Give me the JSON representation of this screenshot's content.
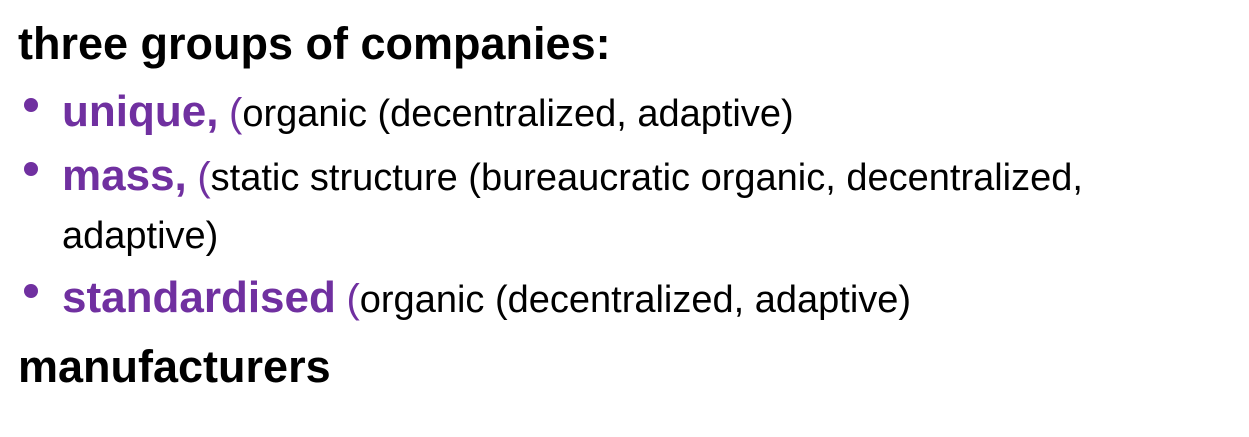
{
  "colors": {
    "accent": "#7030A0",
    "text": "#000000",
    "background": "#FFFFFF"
  },
  "slide": {
    "heading_top": "three groups of companies:",
    "bullets": [
      {
        "keyword": "unique,",
        "open_paren": "(",
        "description": "organic (decentralized, adaptive)",
        "icon": "bullet-dot-icon"
      },
      {
        "keyword": "mass,",
        "open_paren": "(",
        "description": "static structure (bureaucratic organic, decentralized,",
        "description_line2": "adaptive)",
        "icon": "bullet-dot-icon"
      },
      {
        "keyword": "standardised",
        "open_paren": "(",
        "description": "organic (decentralized, adaptive)",
        "icon": "bullet-dot-icon"
      }
    ],
    "heading_bottom": "manufacturers"
  }
}
